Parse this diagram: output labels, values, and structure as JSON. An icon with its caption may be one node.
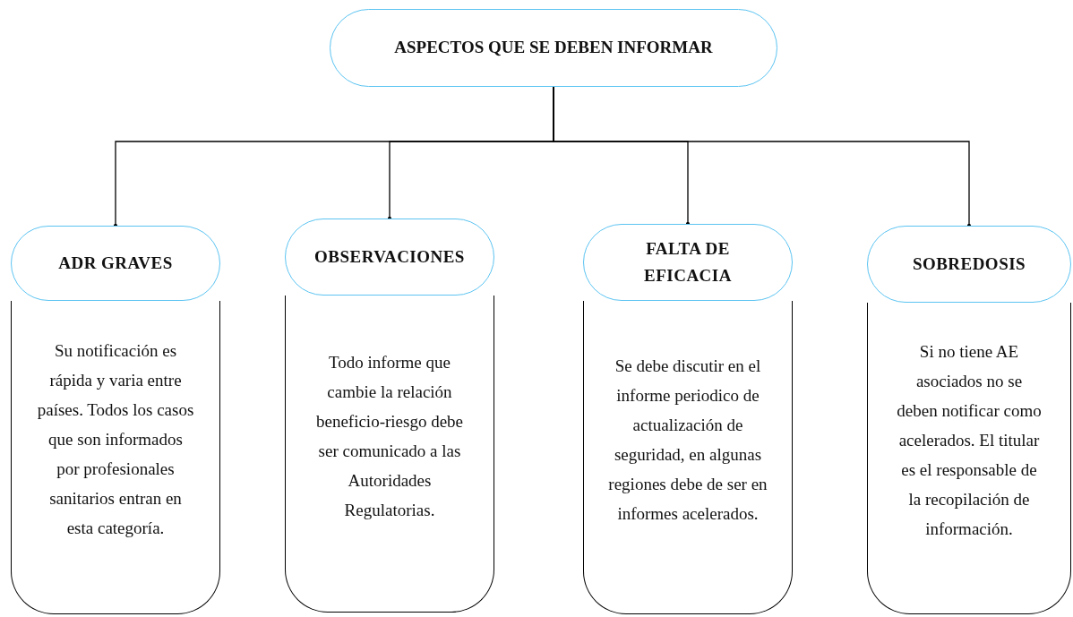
{
  "diagram": {
    "nodes": [
      {
        "text": [
          "ASPECTOS QUE SE DEBEN INFORMAR"
        ]
      },
      {
        "text": [
          "ADR GRAVES"
        ]
      },
      {
        "text": [
          "Su notificación es rápida y varia entre países. Todos los casos que son informados por profesionales sanitarios entran en esta categoría."
        ]
      },
      {
        "text": [
          "OBSERVACIONES"
        ]
      },
      {
        "text": [
          "Todo informe que cambie la relación beneficio-riesgo debe ser comunicado a las Autoridades Regulatorias."
        ]
      },
      {
        "text": [
          "FALTA DE EFICACIA"
        ]
      },
      {
        "text": [
          "Se debe discutir en el informe periodico de actualización de seguridad, en algunas regiones debe de ser en informes acelerados."
        ]
      },
      {
        "text": [
          "SOBREDOSIS"
        ]
      },
      {
        "text": [
          "Si no tiene AE asociados no se deben notificar como acelerados. El titular es el responsable de la recopilación de información."
        ]
      }
    ],
    "edges": [
      {
        "from": 0,
        "to": 1,
        "arrow": "other"
      },
      {
        "from": 0,
        "to": 3,
        "arrow": "other"
      },
      {
        "from": 0,
        "to": 5,
        "arrow": "other"
      },
      {
        "from": 0,
        "to": 7,
        "arrow": "other"
      }
    ]
  }
}
